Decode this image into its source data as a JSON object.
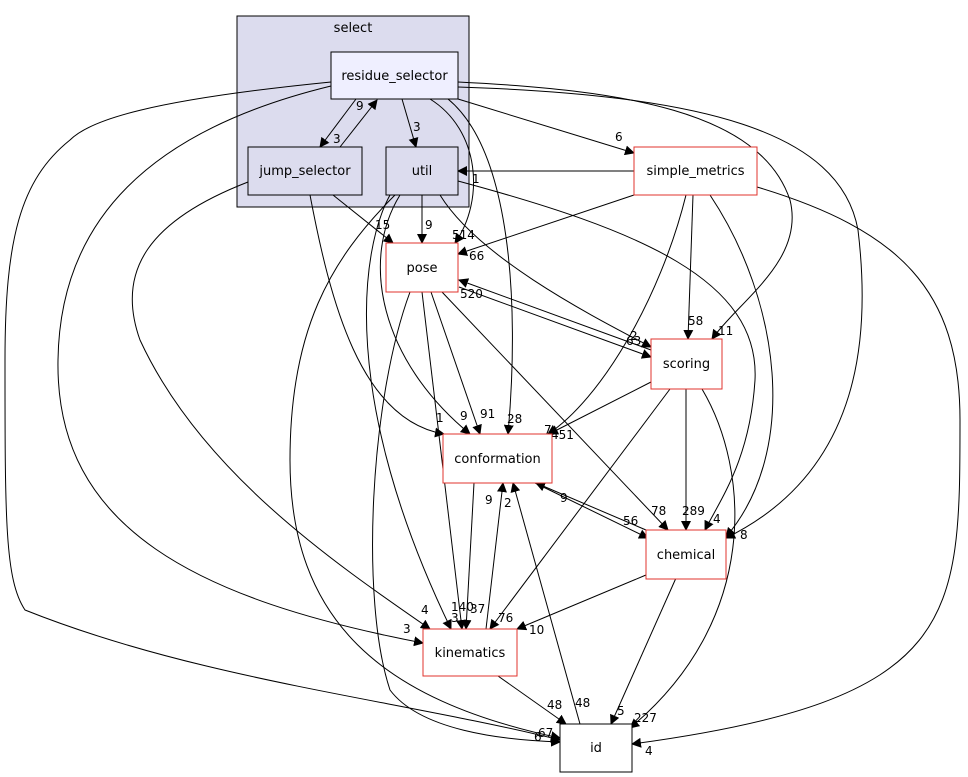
{
  "diagram": {
    "cluster": {
      "label": "select"
    },
    "nodes": {
      "residue_selector": "residue_selector",
      "jump_selector": "jump_selector",
      "util": "util",
      "simple_metrics": "simple_metrics",
      "pose": "pose",
      "scoring": "scoring",
      "conformation": "conformation",
      "chemical": "chemical",
      "kinematics": "kinematics",
      "id": "id"
    },
    "edge_labels": {
      "rs_js": "3",
      "js_rs": "9",
      "rs_util": "3",
      "rs_sm": "6",
      "sm_util": "1",
      "js_pose": "15",
      "util_pose": "9",
      "rs_pose": "514",
      "sm_pose": "66",
      "scoring_pose": "520",
      "pose_scoring": "63",
      "util_scoring": "2",
      "sm_scoring": "58",
      "rs_scoring": "11",
      "js_conf": "1",
      "util_conf": "9",
      "pose_conf": "91",
      "rs_conf": "28",
      "sm_conf": "7",
      "scoring_conf": "451",
      "kin_conf": "9",
      "id_conf": "2",
      "conf_chem": "56",
      "chem_conf": "9",
      "pose_chem": "78",
      "scoring_chem": "289",
      "util_chem": "4",
      "rs_chem": "8",
      "js_kin": "4",
      "rs_kin": "3",
      "util_kin": "140",
      "pose_kin": "37",
      "conf_kin": "3",
      "scoring_kin": "76",
      "chem_kin": "10",
      "kin_id": "48",
      "conf_id": "48",
      "chem_id": "5",
      "scoring_id": "227",
      "sm_id": "4",
      "rs_id": "67",
      "util_id": "6"
    }
  }
}
